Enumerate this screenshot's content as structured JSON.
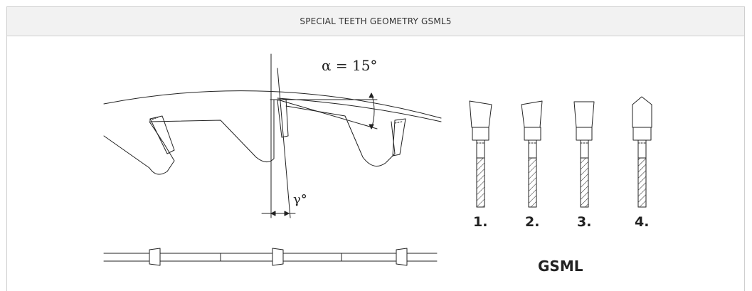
{
  "header": {
    "title": "SPECIAL TEETH GEOMETRY GSML5"
  },
  "diagram": {
    "alpha_label": "α = 15°",
    "gamma_label": "γ°",
    "variants": [
      {
        "label": "1."
      },
      {
        "label": "2."
      },
      {
        "label": "3."
      },
      {
        "label": "4."
      }
    ],
    "series_label": "GSML"
  },
  "colors": {
    "line": "#222222",
    "header_bg": "#f2f2f2",
    "border": "#cfcfcf"
  }
}
